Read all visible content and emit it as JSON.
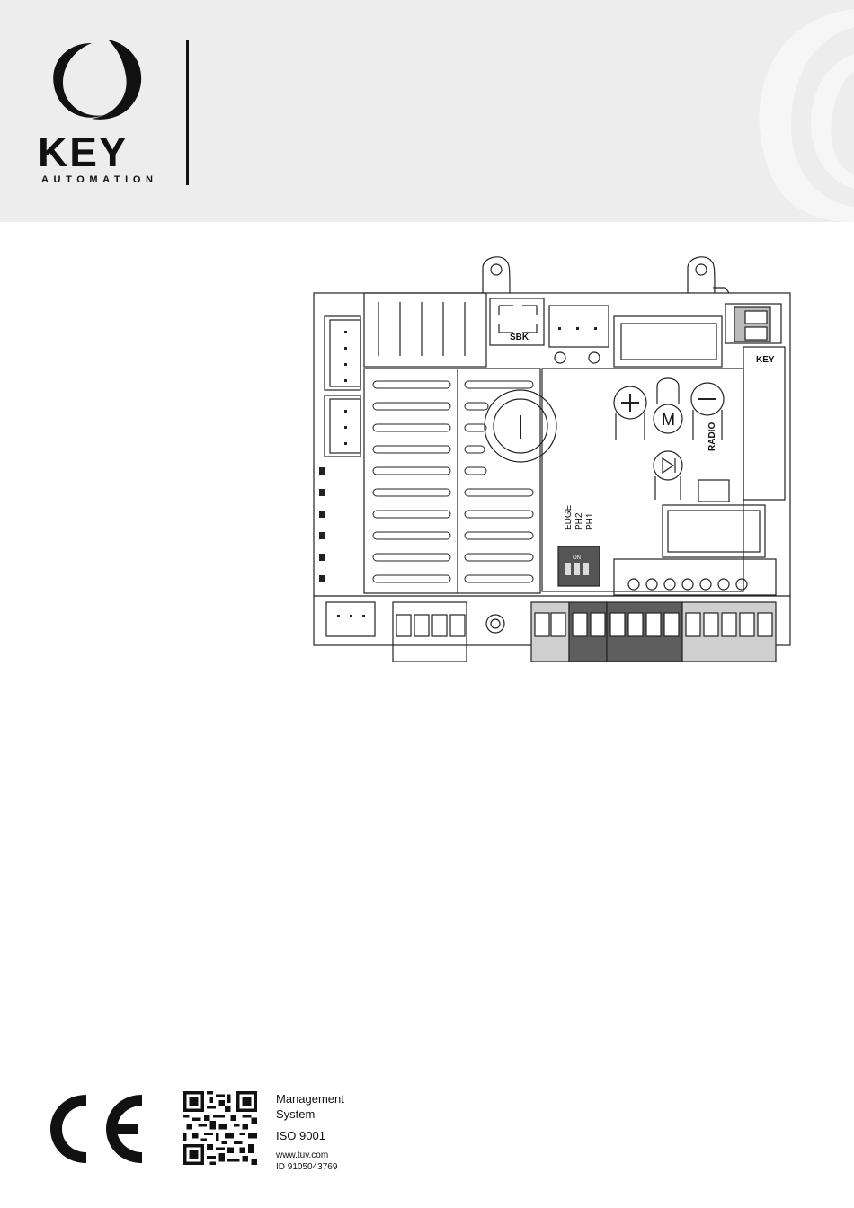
{
  "header": {
    "brand_word": "KEY",
    "brand_sub": "AUTOMATION"
  },
  "board": {
    "labels": {
      "sbk": "SBK",
      "key": "KEY",
      "radio": "RADIO",
      "edge": "EDGE",
      "ph2": "PH2",
      "ph1": "PH1",
      "dip_on": "ON",
      "m_button": "M"
    }
  },
  "footer": {
    "cert_line1": "Management",
    "cert_line2": "System",
    "cert_line3": "ISO 9001",
    "cert_url": "www.tuv.com",
    "cert_id": "ID  9105043769"
  },
  "colors": {
    "header_bg": "#ededee",
    "terminal_dark": "#5e5e5e",
    "terminal_light": "#cfcfcf"
  },
  "icons": [
    "key-automation-logo",
    "ce-mark-icon",
    "qr-code-icon"
  ]
}
